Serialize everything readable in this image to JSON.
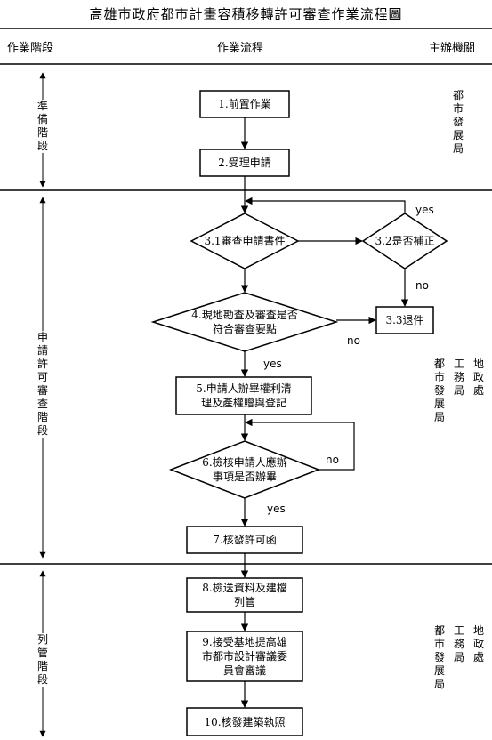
{
  "title": "高雄市政府都市計畫容積移轉許可審查作業流程圖",
  "headers": {
    "stage": "作業階段",
    "flow": "作業流程",
    "agency": "主辦機關"
  },
  "stages": [
    {
      "name": "準備階段"
    },
    {
      "name": "申請許可審查階段"
    },
    {
      "name": "列管階段"
    }
  ],
  "agencies": {
    "prep": "都市發展局",
    "review": {
      "col1": "都市發展局",
      "col2": "工務局",
      "col3": "地政處"
    },
    "control": {
      "col1": "都市發展局",
      "col2": "工務局",
      "col3": "地政處"
    }
  },
  "nodes": {
    "n1": "1.前置作業",
    "n2": "2.受理申請",
    "n31": "3.1審查申請書件",
    "n32": "3.2是否補正",
    "n33": "3.3退件",
    "n4_line1": "4.現地勘查及審查是否",
    "n4_line2": "符合審查要點",
    "n5_line1": "5.申請人辦畢權利清",
    "n5_line2": "理及產權贈與登記",
    "n6_line1": "6.檢核申請人應辦",
    "n6_line2": "事項是否辦畢",
    "n7": "7.核發許可函",
    "n8_line1": "8.檢送資料及建檔",
    "n8_line2": "列管",
    "n9_line1": "9.接受基地提高雄",
    "n9_line2": "市都市設計審議委",
    "n9_line3": "員會審議",
    "n10": "10.核發建築執照"
  },
  "edge_labels": {
    "yes_32": "yes",
    "no_32": "no",
    "no_4": "no",
    "yes_4": "yes",
    "no_6": "no",
    "yes_6": "yes"
  }
}
